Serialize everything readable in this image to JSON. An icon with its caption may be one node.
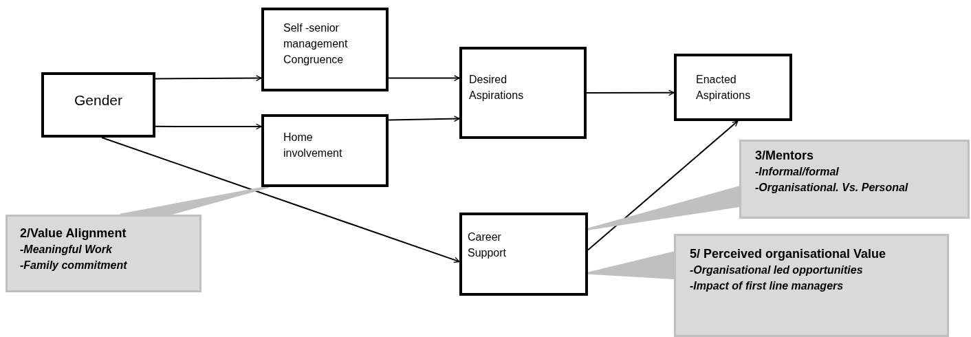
{
  "diagram": {
    "nodes": [
      {
        "text": [
          "Gender"
        ]
      },
      {
        "text": [
          "Self -senior management Congruence"
        ]
      },
      {
        "text": [
          "Home involvement"
        ]
      },
      {
        "text": [
          "Desired Aspirations"
        ]
      },
      {
        "text": [
          "Enacted Aspirations"
        ]
      },
      {
        "text": [
          "Career Support"
        ]
      },
      {
        "text": [
          "2/Value Alignment",
          "-Meaningful Work",
          "-Family commitment"
        ]
      },
      {
        "text": [
          "3/Mentors",
          "-Informal/formal",
          "-Organisational. Vs. Personal"
        ]
      },
      {
        "text": [
          "5/ Perceived organisational Value",
          "-Organisational led opportunities",
          "-Impact of first line managers"
        ]
      }
    ],
    "edges": [
      {
        "from": 0,
        "to": 1,
        "arrow": "to"
      },
      {
        "from": 0,
        "to": 2,
        "arrow": "to"
      },
      {
        "from": 1,
        "to": 3,
        "arrow": "to"
      },
      {
        "from": 2,
        "to": 3,
        "arrow": "to"
      },
      {
        "from": 3,
        "to": 4,
        "arrow": "to"
      },
      {
        "from": 0,
        "to": 5,
        "arrow": "to"
      },
      {
        "from": 5,
        "to": 4,
        "arrow": "to"
      },
      {
        "from": 6,
        "to": 2,
        "arrow": "none",
        "style": "thick",
        "color": "#c0c0c0"
      },
      {
        "from": 7,
        "to": 5,
        "arrow": "none",
        "style": "thick",
        "color": "#c0c0c0"
      },
      {
        "from": 8,
        "to": 5,
        "arrow": "none",
        "style": "thick",
        "color": "#c0c0c0"
      }
    ]
  }
}
